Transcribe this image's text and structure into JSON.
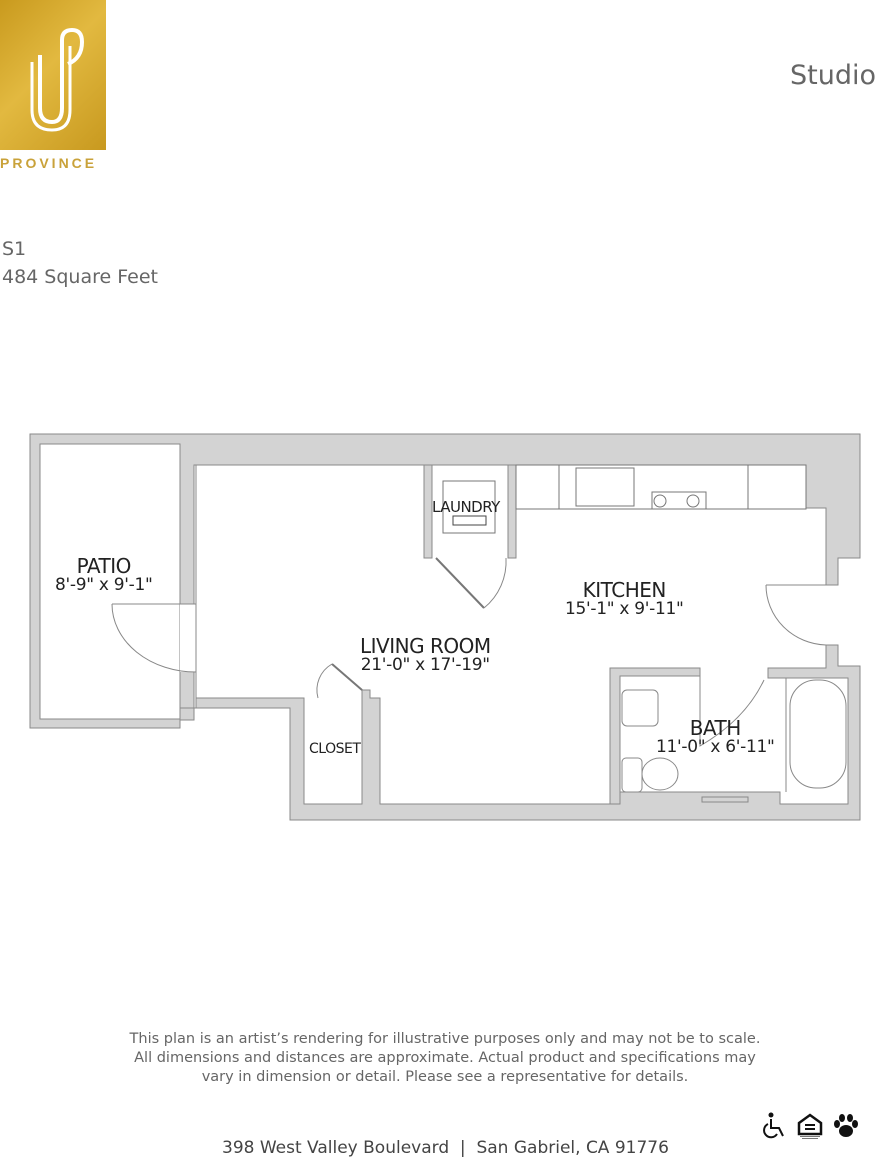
{
  "brand": {
    "name": "PROVINCE",
    "logo_colors": {
      "gold": "#d4aa2e",
      "mark": "#ffffff"
    }
  },
  "header": {
    "unit_type": "Studio"
  },
  "plan": {
    "name": "S1",
    "area": "484 Square Feet"
  },
  "rooms": [
    {
      "name": "PATIO",
      "dimensions": "8'-9\" x 9'-1\""
    },
    {
      "name": "LAUNDRY"
    },
    {
      "name": "KITCHEN",
      "dimensions": "15'-1\" x 9'-11\""
    },
    {
      "name": "LIVING ROOM",
      "dimensions": "21'-0\" x 17'-19\""
    },
    {
      "name": "CLOSET"
    },
    {
      "name": "BATH",
      "dimensions": "11'-0\" x 6'-11\""
    }
  ],
  "colors": {
    "wall": "#d3d3d3",
    "wall_stroke": "#8a8a8a",
    "text": "#222222"
  },
  "disclaimer": [
    "This plan is an artist’s rendering for illustrative purposes only and may not be to scale.",
    "All dimensions and distances are approximate. Actual product and specifications may",
    "vary in dimension or detail. Please see a  representative for details."
  ],
  "footer": {
    "address": "398 West Valley Boulevard  |  San Gabriel, CA 91776",
    "icons": [
      "wheelchair-accessible-icon",
      "equal-housing-opportunity-icon",
      "pet-friendly-paw-icon"
    ]
  }
}
